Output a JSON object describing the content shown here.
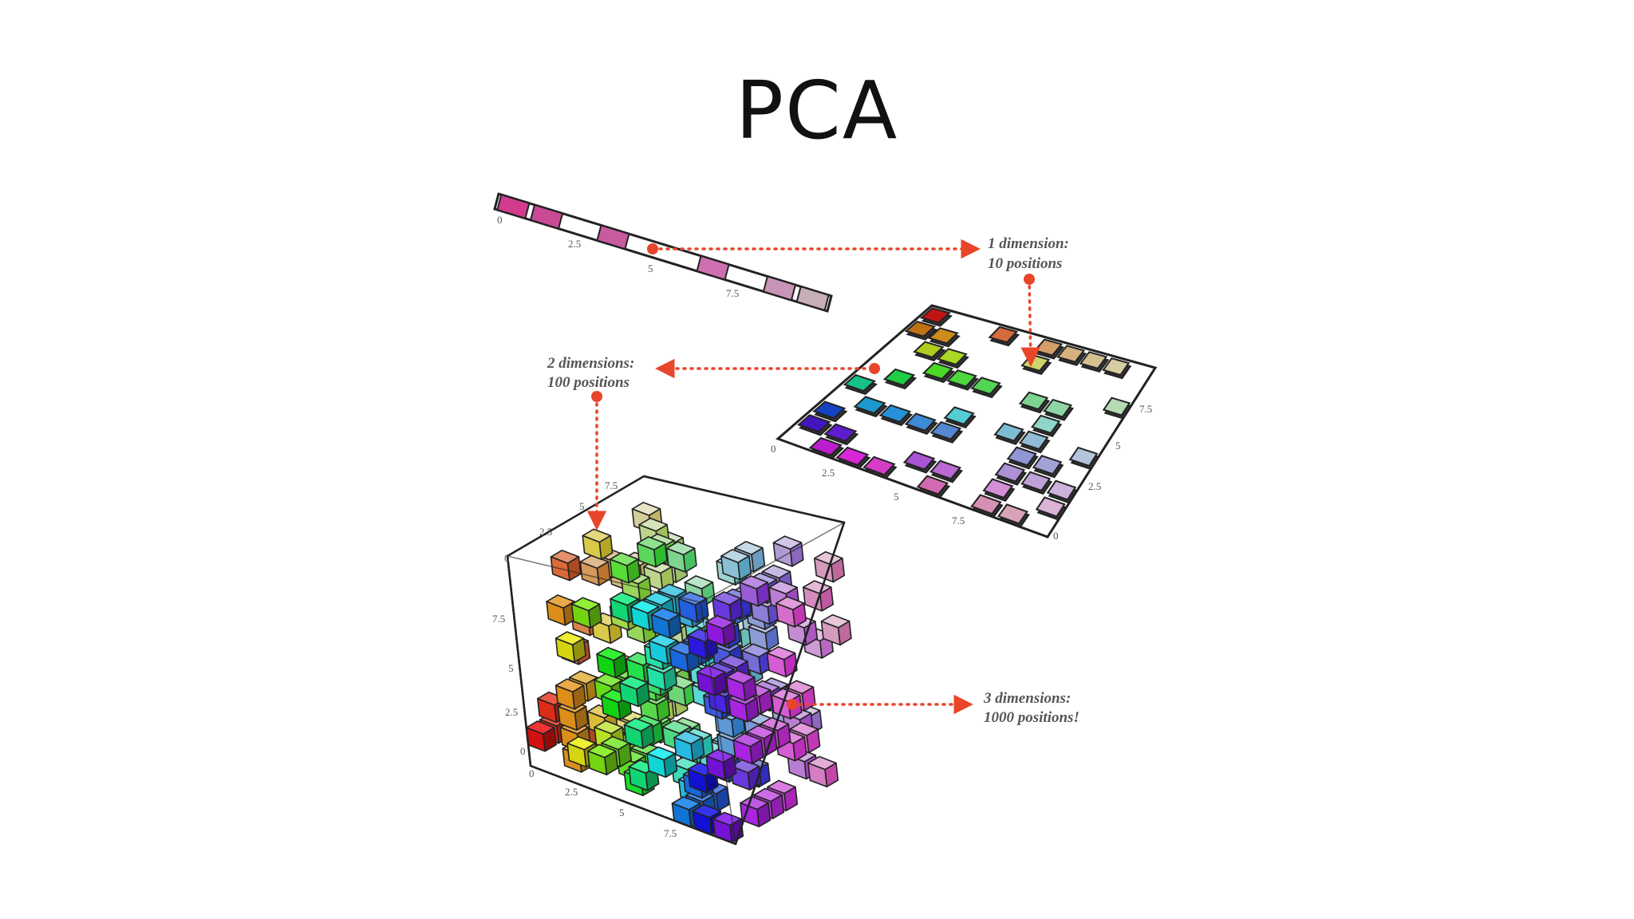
{
  "title": "PCA",
  "callouts": {
    "one_d": [
      "1 dimension:",
      "10 positions"
    ],
    "two_d": [
      "2 dimensions:",
      "100 positions"
    ],
    "three_d": [
      "3 dimensions:",
      "1000 positions!"
    ]
  },
  "axis_ticks": {
    "strip": [
      "0",
      "2.5",
      "5",
      "7.5"
    ],
    "grid_front": [
      "0",
      "2.5",
      "5",
      "7.5"
    ],
    "grid_right": [
      "0",
      "2.5",
      "5",
      "7.5"
    ],
    "cube_top": [
      "2.5",
      "5",
      "7.5"
    ],
    "cube_left": [
      "0",
      "2.5",
      "5",
      "7.5"
    ],
    "cube_bottom": [
      "0",
      "2.5",
      "5",
      "7.5"
    ]
  },
  "colors": {
    "arrow": "#e8452a",
    "text": "#555555",
    "outline": "#222222"
  }
}
